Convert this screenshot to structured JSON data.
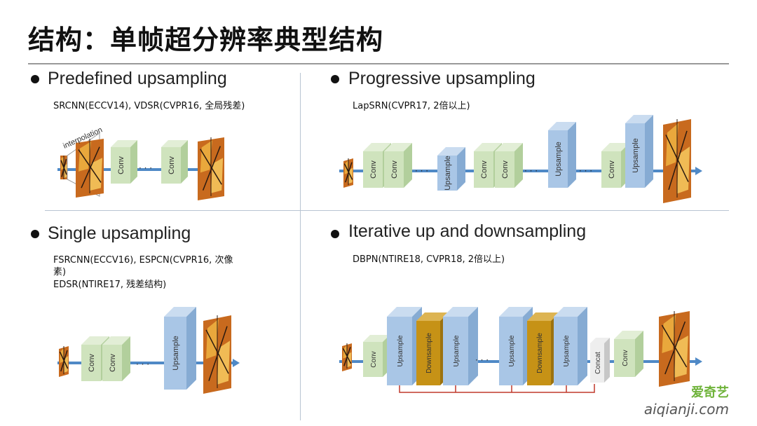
{
  "title": "结构：单帧超分辨率典型结构",
  "sections": {
    "predefined": {
      "heading": "Predefined upsampling",
      "sub": "SRCNN(ECCV14), VDSR(CVPR16, 全局残差)",
      "interp_label": "interpolation",
      "blocks": [
        "Conv",
        "Conv"
      ],
      "ellipsis": "·   ·   ·"
    },
    "progressive": {
      "heading": "Progressive upsampling",
      "sub": "LapSRN(CVPR17, 2倍以上)",
      "blocks": [
        "Conv",
        "Conv",
        "Upsample",
        "Conv",
        "Conv",
        "Upsample",
        "Conv",
        "Upsample"
      ],
      "ellipsis": "·   ·   ·"
    },
    "single": {
      "heading": "Single upsampling",
      "sub1": "FSRCNN(ECCV16),  ESPCN(CVPR16, 次像",
      "sub2": "素)",
      "sub3": "EDSR(NTIRE17, 残差结构)",
      "blocks": [
        "Conv",
        "Conv",
        "Upsample"
      ],
      "ellipsis": "·   ·   ·"
    },
    "iterative": {
      "heading": "Iterative up and downsampling",
      "sub": "DBPN(NTIRE18, CVPR18, 2倍以上)",
      "blocks": [
        "Conv",
        "Upsample",
        "Downsample",
        "Upsample",
        "Upsample",
        "Downsample",
        "Upsample",
        "Concat",
        "Conv"
      ],
      "ellipsis": "·   ·   ·"
    }
  },
  "watermark": {
    "logo_text": "爱奇艺",
    "url": "aiqianji.com"
  },
  "colors": {
    "conv_front": "#cfe3bd",
    "conv_top": "#e2eed6",
    "conv_side": "#b2cf9c",
    "up_front": "#a9c6e6",
    "up_top": "#cadcf0",
    "up_side": "#86abd3",
    "down_front": "#c69216",
    "down_top": "#ddb452",
    "down_side": "#9c720f",
    "concat_front": "#eeeeee",
    "concat_side": "#c7c7c7",
    "arrow": "#4f89c6",
    "skip": "#c0392b"
  }
}
